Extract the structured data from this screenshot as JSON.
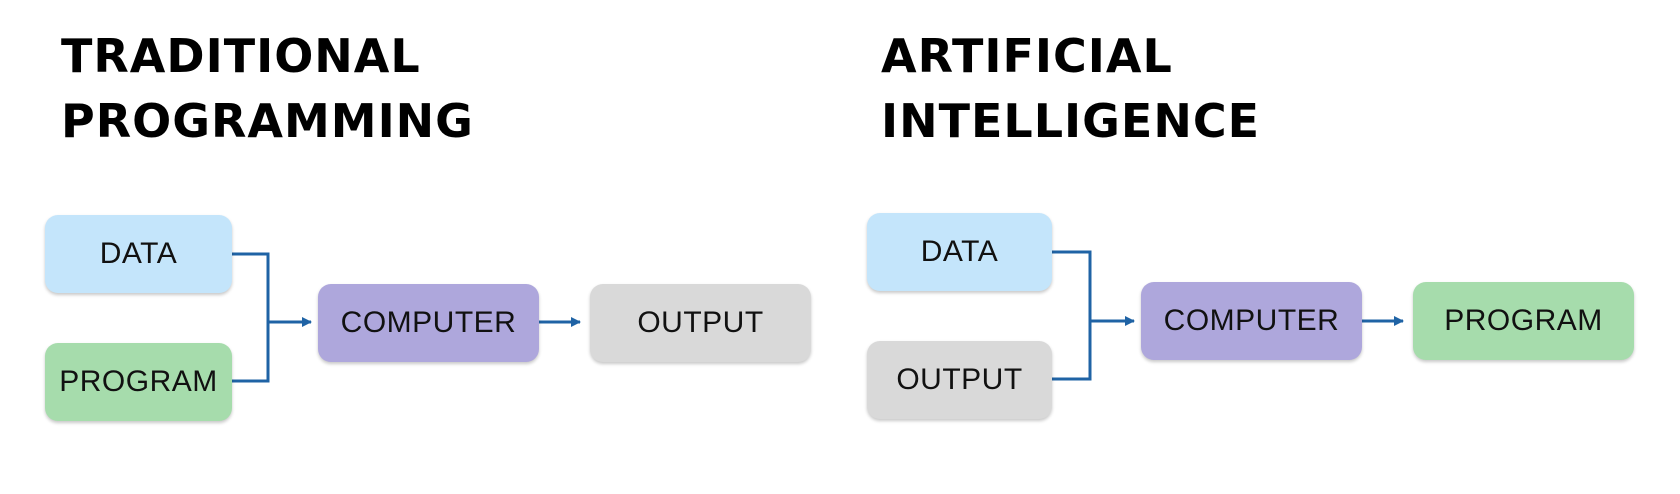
{
  "colors": {
    "data_box": "#c4e5fb",
    "program_box": "#a6dcac",
    "computer_box": "#aea7dc",
    "output_box": "#d9d9d9",
    "connector": "#1f63a5"
  },
  "traditional": {
    "title_line1": "TRADITIONAL",
    "title_line2": "PROGRAMMING",
    "input_top": "DATA",
    "input_bottom": "PROGRAM",
    "processor": "COMPUTER",
    "result": "OUTPUT"
  },
  "ai": {
    "title_line1": "ARTIFICIAL",
    "title_line2": "INTELLIGENCE",
    "input_top": "DATA",
    "input_bottom": "OUTPUT",
    "processor": "COMPUTER",
    "result": "PROGRAM"
  }
}
